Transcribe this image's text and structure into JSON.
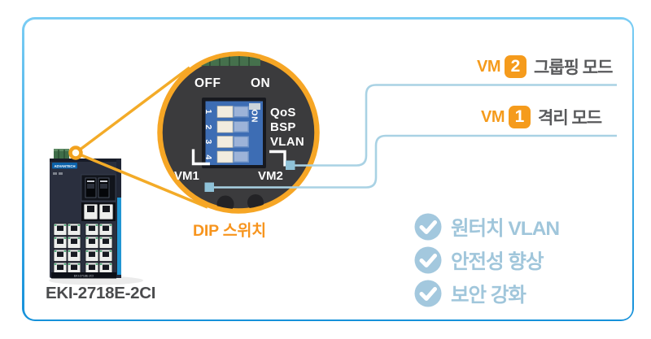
{
  "device": {
    "title": "EKI-2718E-2CI",
    "brand_label": "ADVANTECH",
    "panel_text": "EKI-2718E-2CI"
  },
  "magnifier": {
    "off_label": "OFF",
    "on_label": "ON",
    "dip_numbers": [
      "1",
      "2",
      "3",
      "4"
    ],
    "on_marker": "ON",
    "function_labels": [
      "QoS",
      "BSP",
      "VLAN"
    ],
    "vm1_label": "VM1",
    "vm2_label": "VM2",
    "caption": "DIP 스위치"
  },
  "callouts": [
    {
      "prefix": "VM",
      "number": "2",
      "label": "그룹핑 모드"
    },
    {
      "prefix": "VM",
      "number": "1",
      "label": "격리 모드"
    }
  ],
  "features": [
    {
      "label": "원터치 VLAN"
    },
    {
      "label": "안전성 향상"
    },
    {
      "label": "보안 강화"
    }
  ],
  "colors": {
    "accent_orange": "#f59b1c",
    "magnifier_ring_orange": "#f6a625",
    "callout_line_blue": "#a9d2e4",
    "callout_node_blue": "#8fc2d8",
    "feature_blue": "#a0c6db",
    "border_gradient_top": "#7bcdf4",
    "border_gradient_bottom": "#1691da",
    "dip_block_blue": "#3d6db4",
    "circle_background": "#3b3b3d"
  }
}
